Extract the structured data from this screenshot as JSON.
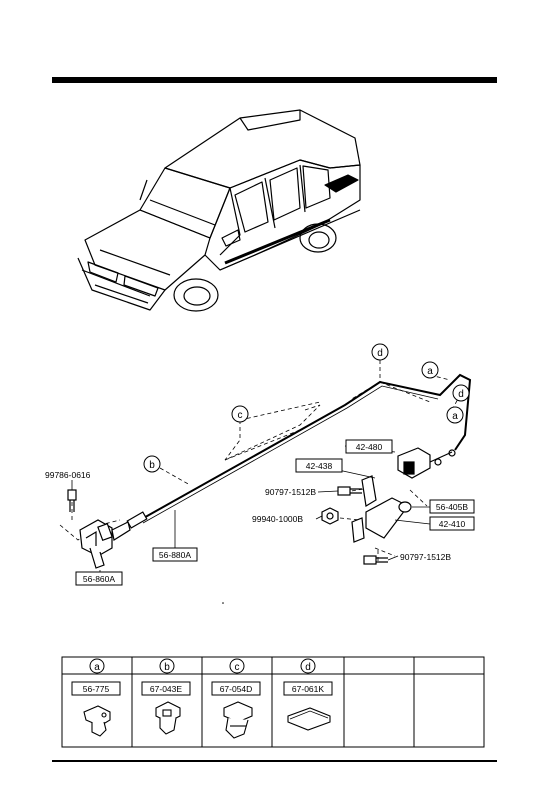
{
  "callouts": {
    "a": "a",
    "b": "b",
    "c": "c",
    "d": "d"
  },
  "parts": {
    "p_99786": "99786-0616",
    "p_56860A": "56-860A",
    "p_56880A": "56-880A",
    "p_42480": "42-480",
    "p_42438": "42-438",
    "p_90797_top": "90797-1512B",
    "p_99940": "99940-1000B",
    "p_56405B": "56-405B",
    "p_42410": "42-410",
    "p_90797_bot": "90797-1512B"
  },
  "table": {
    "headers": [
      "a",
      "b",
      "c",
      "d",
      "",
      ""
    ],
    "codes": [
      "56-775",
      "67-043E",
      "67-054D",
      "67-061K",
      "",
      ""
    ]
  }
}
